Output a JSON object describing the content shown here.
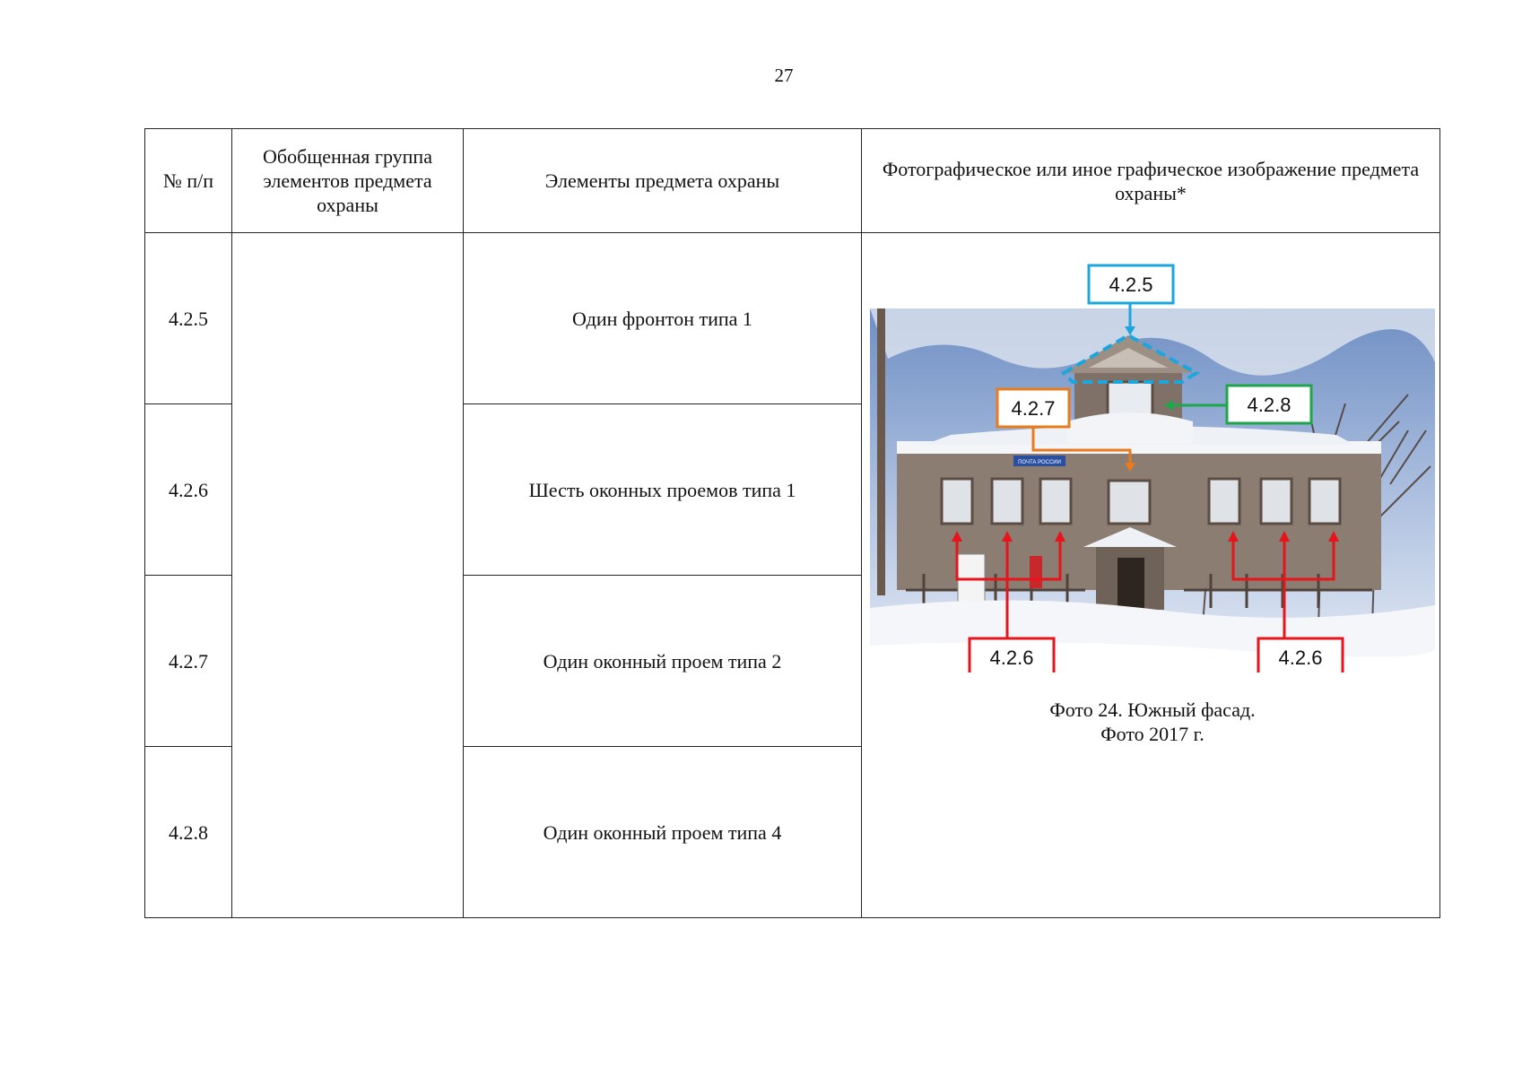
{
  "page_number": "27",
  "table": {
    "headers": {
      "number": "№ п/п",
      "group": "Обобщенная группа элементов предмета охраны",
      "elements": "Элементы предмета охраны",
      "image": "Фотографическое или иное графическое изображение предмета охраны*"
    },
    "rows": [
      {
        "number": "4.2.5",
        "element": "Один фронтон типа 1"
      },
      {
        "number": "4.2.6",
        "element": "Шесть оконных проемов типа 1"
      },
      {
        "number": "4.2.7",
        "element": "Один оконный проем типа 2"
      },
      {
        "number": "4.2.8",
        "element": "Один оконный проем типа 4"
      }
    ]
  },
  "photo": {
    "labels": {
      "fronton": "4.2.5",
      "window_type2": "4.2.7",
      "window_type4": "4.2.8",
      "windows_left": "4.2.6",
      "windows_right": "4.2.6"
    },
    "sign_text": "ПОЧТА РОССИИ",
    "colors": {
      "fronton": "#1ba6de",
      "window_type2": "#e87b1e",
      "window_type4": "#1ea64a",
      "windows": "#e8141b"
    },
    "caption_line1": "Фото 24. Южный фасад.",
    "caption_line2": "Фото 2017 г."
  }
}
